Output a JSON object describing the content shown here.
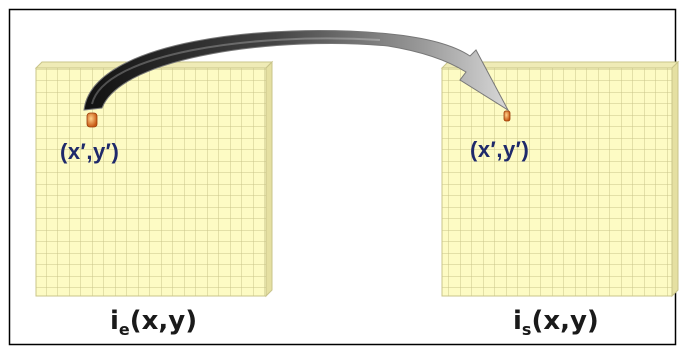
{
  "diagram": {
    "left_panel": {
      "point_label": "(x′,y′)",
      "image_label_base": "i",
      "image_label_sub": "e",
      "image_label_args": "(x,y)"
    },
    "right_panel": {
      "point_label": "(x′,y′)",
      "image_label_base": "i",
      "image_label_sub": "s",
      "image_label_args": "(x,y)"
    },
    "colors": {
      "grid_fill": "#fdfbc4",
      "grid_lines": "#c9c48a",
      "panel_side": "#e5e0a2",
      "panel_top": "#efebb6",
      "label_blue": "#1f2a6b",
      "arrow_dark": "#1a1a1a",
      "arrow_light": "#c8c8c8",
      "point_orange": "#e87a2c",
      "frame_border": "#000000"
    }
  }
}
